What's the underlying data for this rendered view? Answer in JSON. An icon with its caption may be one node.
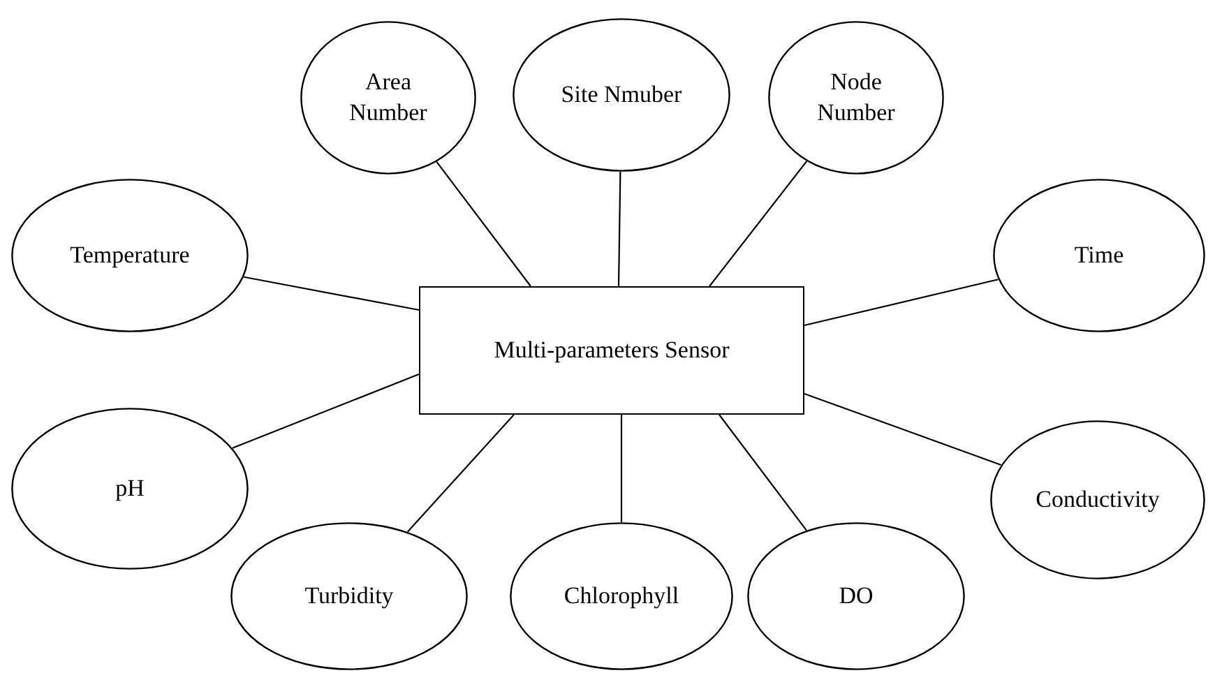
{
  "diagram": {
    "nodes": [
      {
        "text": [
          "Area Number"
        ]
      },
      {
        "text": [
          "Site Nmuber"
        ]
      },
      {
        "text": [
          "Node Number"
        ]
      },
      {
        "text": [
          "Temperature"
        ]
      },
      {
        "text": [
          "Multi-parameters Sensor"
        ]
      },
      {
        "text": [
          "Time"
        ]
      },
      {
        "text": [
          "pH"
        ]
      },
      {
        "text": [
          "Conductivity"
        ]
      },
      {
        "text": [
          "Turbidity"
        ]
      },
      {
        "text": [
          "Chlorophyll"
        ]
      },
      {
        "text": [
          "DO"
        ]
      }
    ],
    "edges": [
      {
        "from": 4,
        "to": 0,
        "arrow": "none"
      },
      {
        "from": 4,
        "to": 1,
        "arrow": "none"
      },
      {
        "from": 4,
        "to": 2,
        "arrow": "none"
      },
      {
        "from": 4,
        "to": 3,
        "arrow": "none"
      },
      {
        "from": 4,
        "to": 5,
        "arrow": "none"
      },
      {
        "from": 4,
        "to": 6,
        "arrow": "none"
      },
      {
        "from": 4,
        "to": 7,
        "arrow": "none"
      },
      {
        "from": 4,
        "to": 8,
        "arrow": "none"
      },
      {
        "from": 4,
        "to": 9,
        "arrow": "none"
      },
      {
        "from": 4,
        "to": 10,
        "arrow": "none"
      }
    ]
  }
}
